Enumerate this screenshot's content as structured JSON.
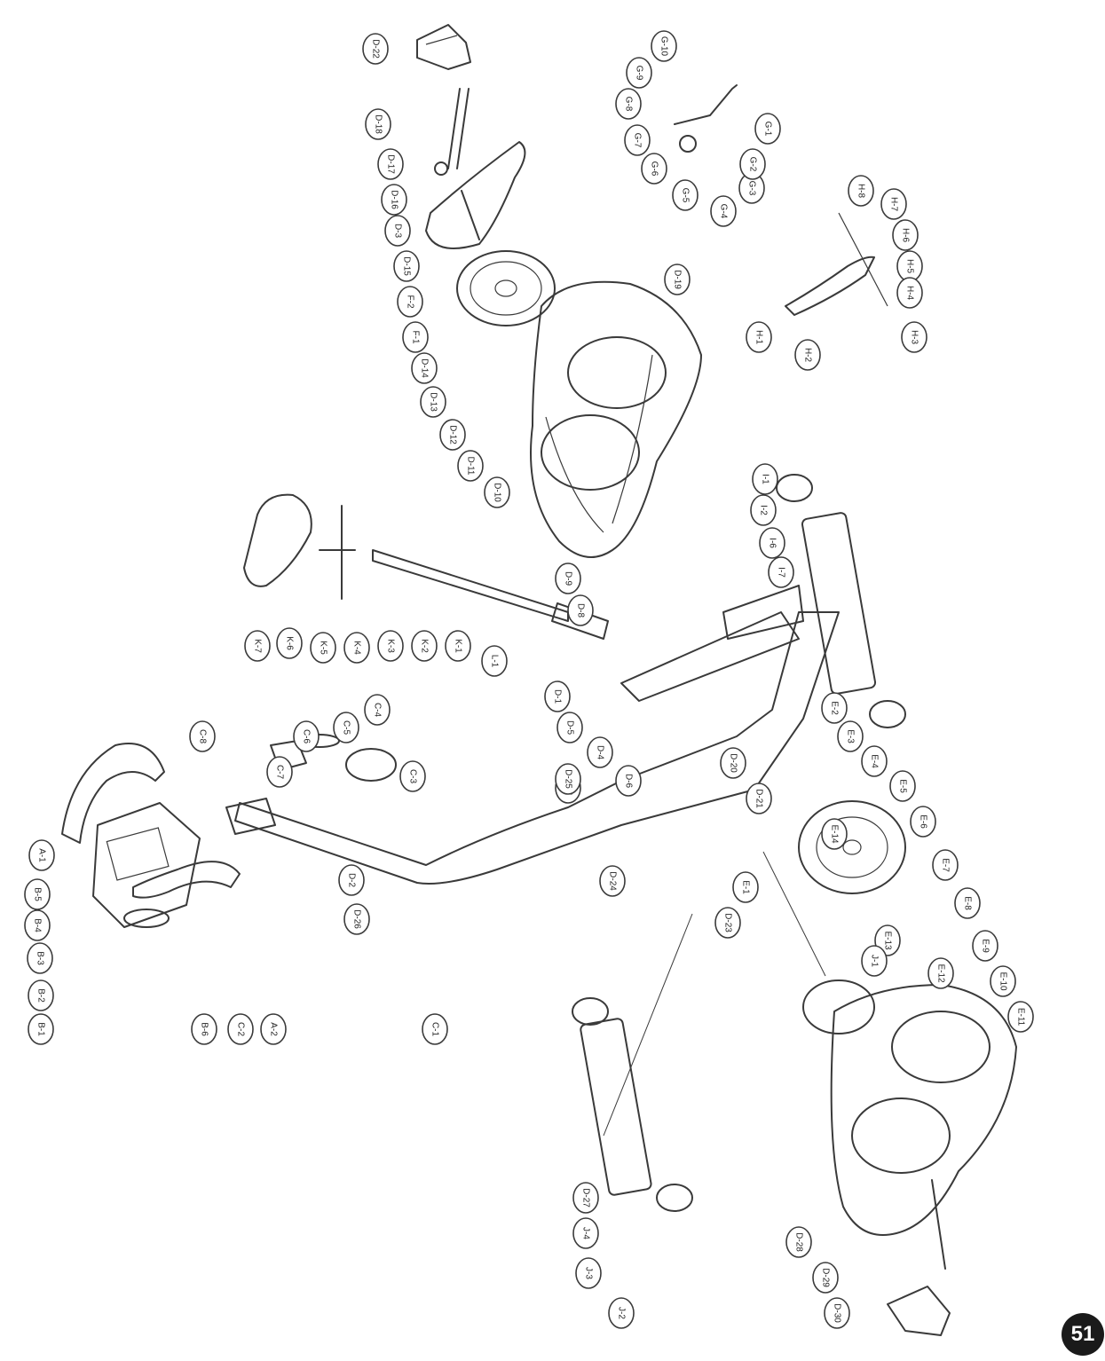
{
  "page_number": "51",
  "callouts": [
    "D-22",
    "D-18",
    "D-17",
    "D-16",
    "D-3",
    "D-15",
    "F-2",
    "F-1",
    "D-14",
    "D-13",
    "D-12",
    "D-11",
    "D-10",
    "D-19",
    "G-10",
    "G-9",
    "G-8",
    "G-7",
    "G-6",
    "G-5",
    "G-4",
    "G-3",
    "G-2",
    "G-1",
    "H-8",
    "H-7",
    "H-6",
    "H-5",
    "H-4",
    "H-3",
    "H-2",
    "H-1",
    "I-1",
    "I-2",
    "I-6",
    "I-7",
    "K-7",
    "K-6",
    "K-5",
    "K-4",
    "K-3",
    "K-2",
    "K-1",
    "L-1",
    "D-9",
    "D-8",
    "D-1",
    "D-4",
    "D-5",
    "D-6",
    "D-7",
    "A-1",
    "B-5",
    "B-4",
    "B-3",
    "B-2",
    "B-1",
    "B-6",
    "C-2",
    "A-2",
    "C-1",
    "C-3",
    "C-4",
    "C-5",
    "C-6",
    "C-7",
    "C-8",
    "D-2",
    "D-26",
    "D-25",
    "D-24",
    "D-20",
    "D-21",
    "D-23",
    "E-1",
    "E-2",
    "E-3",
    "E-4",
    "E-5",
    "E-6",
    "E-7",
    "E-8",
    "E-9",
    "E-10",
    "E-11",
    "E-12",
    "E-13",
    "E-14",
    "J-1",
    "J-2",
    "J-3",
    "J-4",
    "D-27",
    "D-28",
    "D-29",
    "D-30"
  ]
}
